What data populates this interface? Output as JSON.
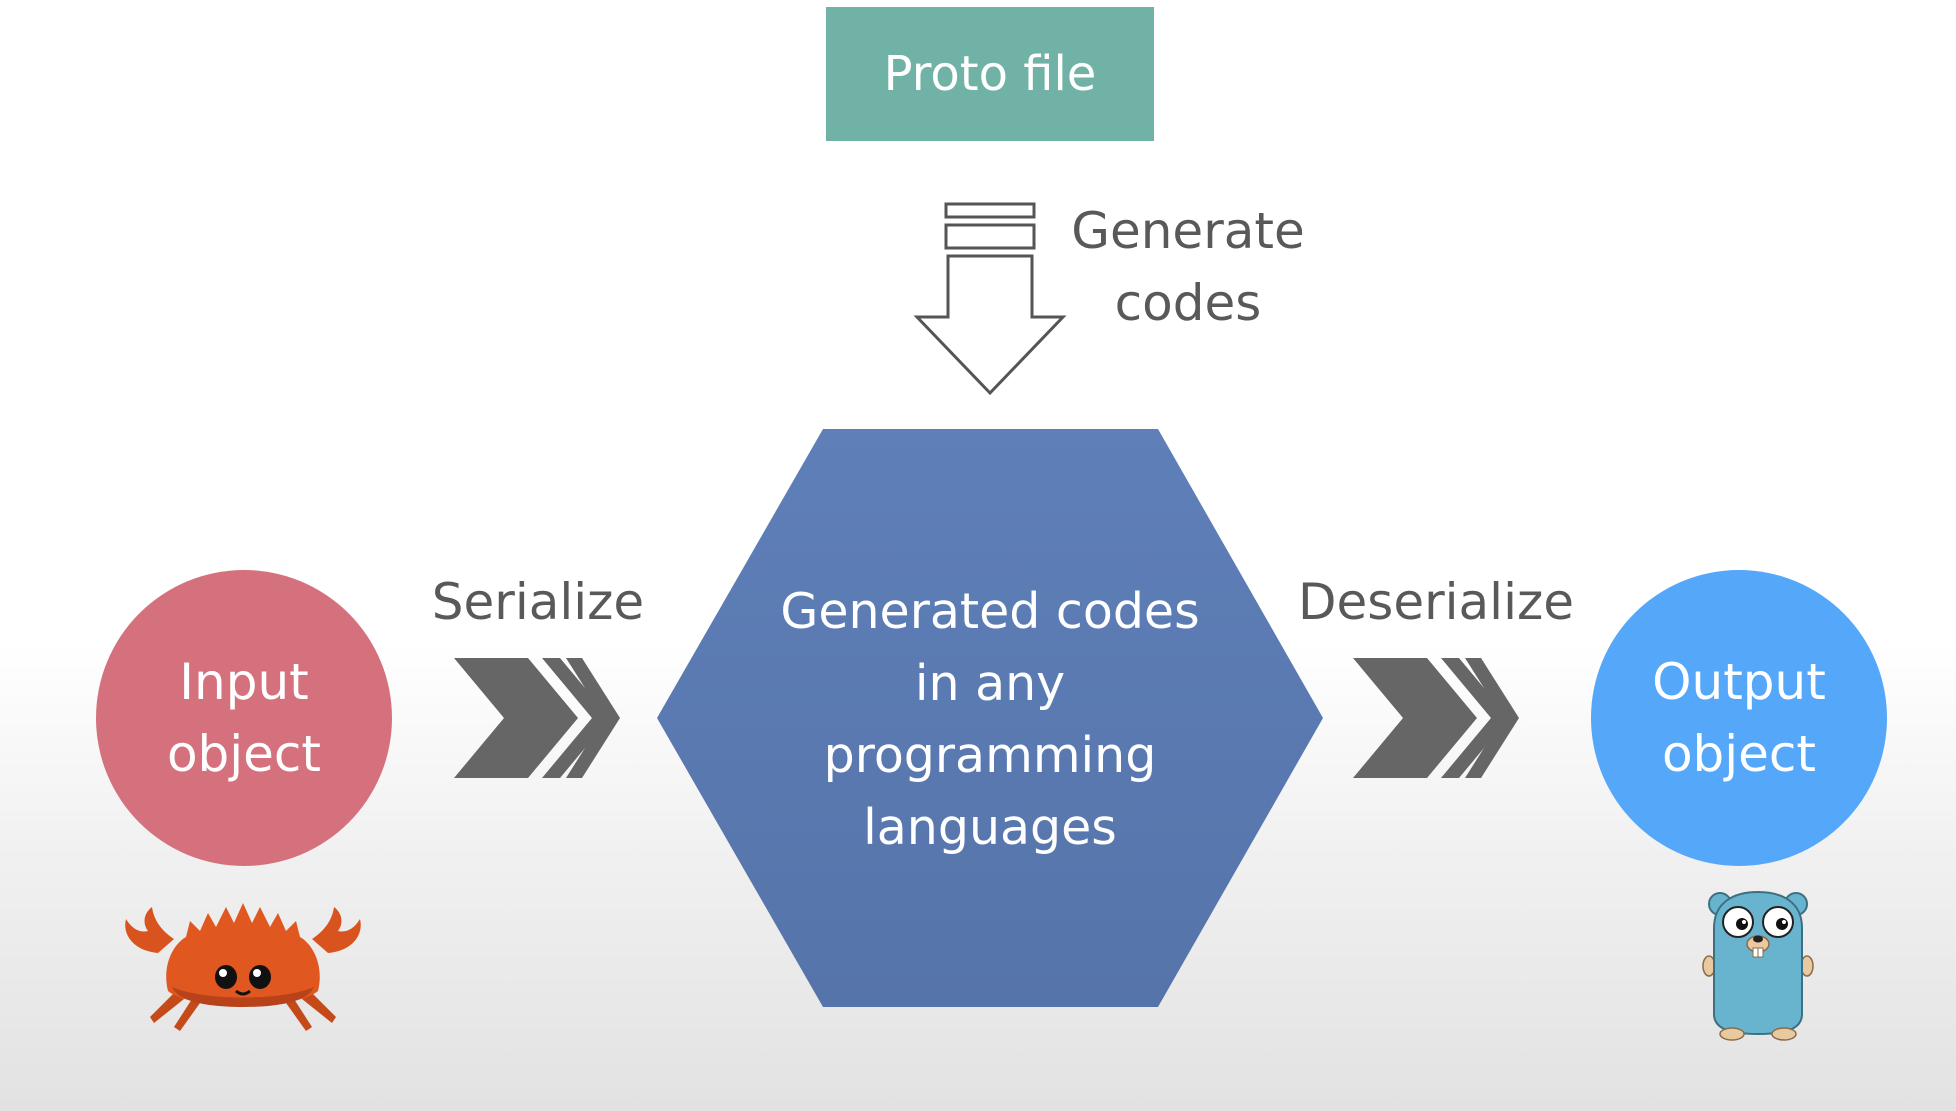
{
  "proto_file": {
    "label": "Proto file"
  },
  "generate": {
    "line1": "Generate",
    "line2": "codes"
  },
  "serialize": {
    "label": "Serialize"
  },
  "deserialize": {
    "label": "Deserialize"
  },
  "input": {
    "line1": "Input",
    "line2": "object"
  },
  "output": {
    "line1": "Output",
    "line2": "object"
  },
  "generated": {
    "line1": "Generated codes",
    "line2": "in any",
    "line3": "programming",
    "line4": "languages"
  },
  "icons": {
    "left_mascot": "rust-crab-mascot-icon",
    "right_mascot": "go-gopher-mascot-icon",
    "download_arrow": "generate-arrow-icon",
    "chevrons": "chevron-right-icon"
  },
  "colors": {
    "proto_box": "#70b3a6",
    "hexagon": "#5b7cb6",
    "input_circle": "#d4717c",
    "output_circle": "#55a7fa",
    "chevron": "#666666",
    "text_dark": "#595959",
    "crab": "#d9531e",
    "gopher": "#68b4cf"
  }
}
